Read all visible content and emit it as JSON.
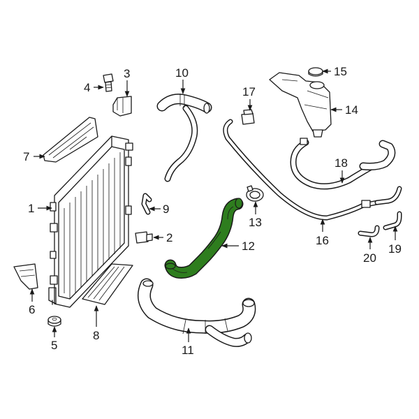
{
  "highlight_color": "#2e7d1e",
  "outline_color": "#1a1a1a",
  "highlighted_part": "12",
  "callouts": {
    "c1": "1",
    "c2": "2",
    "c3": "3",
    "c4": "4",
    "c5": "5",
    "c6": "6",
    "c7": "7",
    "c8": "8",
    "c9": "9",
    "c10": "10",
    "c11": "11",
    "c12": "12",
    "c13": "13",
    "c14": "14",
    "c15": "15",
    "c16": "16",
    "c17": "17",
    "c18": "18",
    "c19": "19",
    "c20": "20"
  }
}
